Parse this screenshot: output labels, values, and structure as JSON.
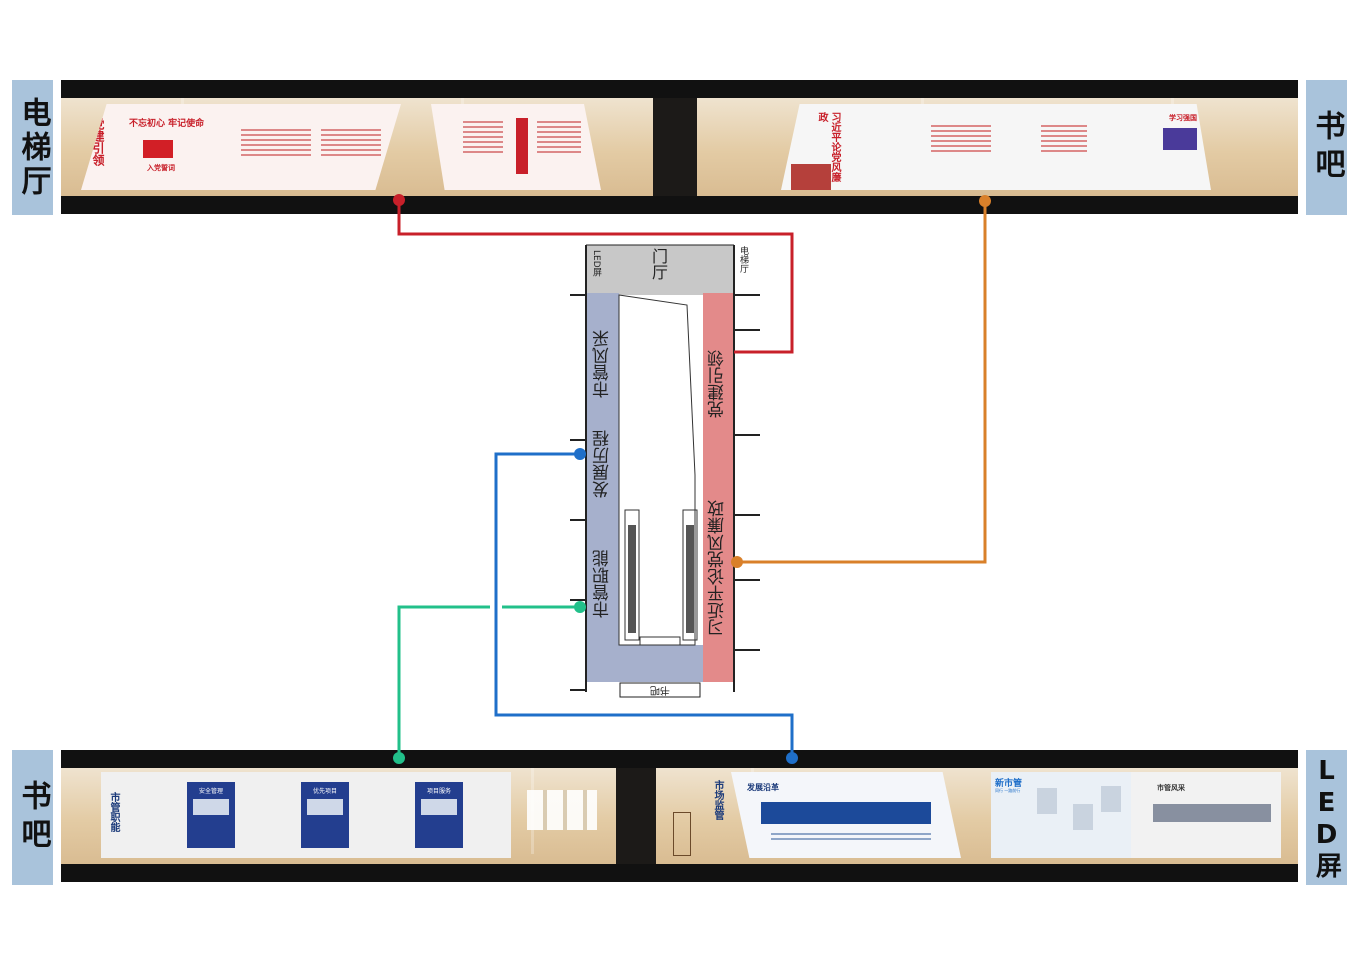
{
  "side_labels": {
    "top_left": "电梯厅",
    "top_right": "书吧",
    "bottom_left": "书吧",
    "bottom_right": "LED屏"
  },
  "floor_plan": {
    "hall": "门厅",
    "led_screen": "LED屏",
    "elevator_hall": "电梯厅",
    "book_bar": "书吧",
    "left_zones": [
      "市管风采",
      "发展历程",
      "市管职能"
    ],
    "right_zones": [
      "党建引领",
      "习近平论党风廉政"
    ],
    "left_zone_color": "#a6b0cc",
    "right_zone_color": "#e38a8a"
  },
  "top_wall": {
    "party_lead_title": "党建引领",
    "slogan": "不忘初心 牢记使命",
    "oath": "入党誓词",
    "xi_title": "习近平论党风廉政",
    "study_title": "学习强国"
  },
  "bottom_wall": {
    "duty_title": "市管职能",
    "card1": "安全管理",
    "card2": "优先项目",
    "card3": "项目服务",
    "market_title": "市场监管",
    "history_title": "发展沿革",
    "new_market": "新市管",
    "new_market_sub": "同行 一路前行",
    "style_title": "市管风采"
  },
  "connectors": {
    "red": "#c8202a",
    "orange": "#d9802a",
    "blue": "#1f6fc9",
    "green": "#22c08a"
  }
}
